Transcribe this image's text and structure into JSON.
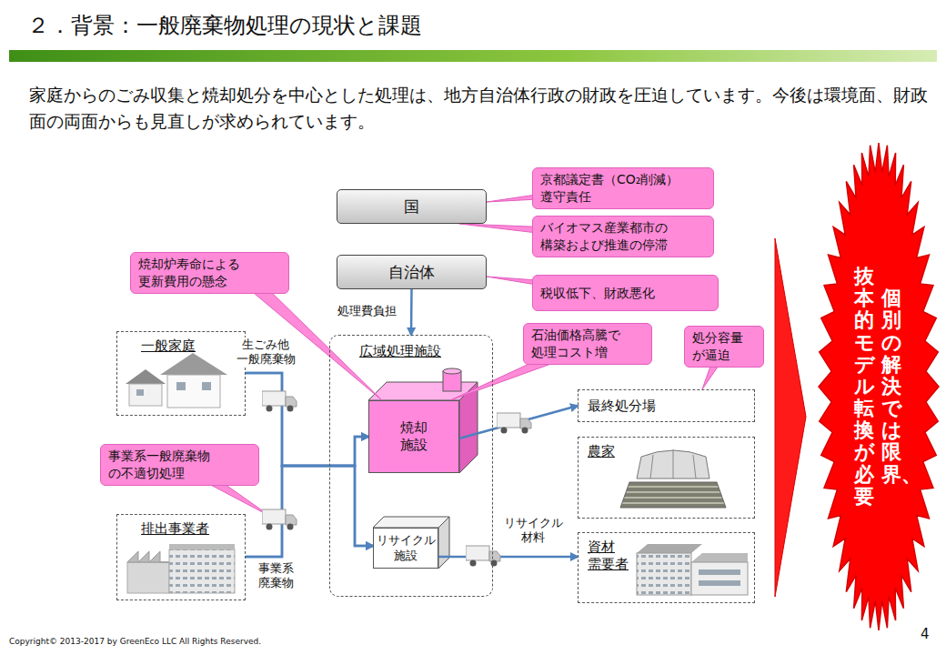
{
  "diagram": {
    "title": "２．背景：一般廃棄物処理の現状と課題",
    "nodes": [
      {
        "text": [
          "国"
        ]
      },
      {
        "text": [
          "京都議定書（CO₂削減） 遵守責任"
        ]
      },
      {
        "text": [
          "バイオマス産業都市の 構築および推進の停滞"
        ]
      },
      {
        "text": [
          "自治体"
        ]
      },
      {
        "text": [
          "税収低下、財政悪化"
        ]
      },
      {
        "text": [
          "焼却炉寿命による 更新費用の懸念"
        ]
      },
      {
        "text": [
          "一般家庭"
        ]
      },
      {
        "text": [
          "事業系一般廃棄物 の不適切処理"
        ]
      },
      {
        "text": [
          "排出事業者"
        ]
      },
      {
        "text": [
          "広域処理施設"
        ]
      },
      {
        "text": [
          "焼却 施設"
        ],
        "in": 9
      },
      {
        "text": [
          "リサイクル 施設"
        ],
        "in": 9
      },
      {
        "text": [
          "石油価格高騰で 処理コスト増"
        ]
      },
      {
        "text": [
          "処分容量 が逼迫"
        ]
      },
      {
        "text": [
          "最終処分場"
        ]
      },
      {
        "text": [
          "農家"
        ]
      },
      {
        "text": [
          "資材 需要者"
        ]
      },
      {
        "text": [
          "個別の解決では限界、",
          "抜本的モデル転換が必要"
        ]
      }
    ],
    "edges": [
      {
        "from": 3,
        "to": 9,
        "arrow": "to",
        "label": "処理費負担"
      },
      {
        "from": 6,
        "to": 10,
        "arrow": "to",
        "label": "生ごみ他 一般廃棄物"
      },
      {
        "from": 6,
        "to": 11,
        "arrow": "to"
      },
      {
        "from": 8,
        "to": 10,
        "arrow": "to",
        "label": "事業系 廃棄物"
      },
      {
        "from": 8,
        "to": 11,
        "arrow": "to"
      },
      {
        "from": 10,
        "to": 14,
        "arrow": "to"
      },
      {
        "from": 11,
        "to": 16,
        "arrow": "to",
        "label": "リサイクル 材料"
      },
      {
        "from": 1,
        "to": 0,
        "arrow": "none"
      },
      {
        "from": 2,
        "to": 0,
        "arrow": "none"
      },
      {
        "from": 4,
        "to": 3,
        "arrow": "none"
      },
      {
        "from": 5,
        "to": 10,
        "arrow": "none"
      },
      {
        "from": 12,
        "to": 10,
        "arrow": "none"
      },
      {
        "from": 13,
        "to": 14,
        "arrow": "none"
      }
    ],
    "labels": [
      "家庭からのごみ収集と焼却処分を中心とした処理は、地方自治体行政の財政を圧迫しています。今後は環境面、財政面の両面からも見直しが求められています。",
      "Copyright© 2013-2017 by GreenEco LLC All Rights Reserved.",
      "4"
    ]
  }
}
